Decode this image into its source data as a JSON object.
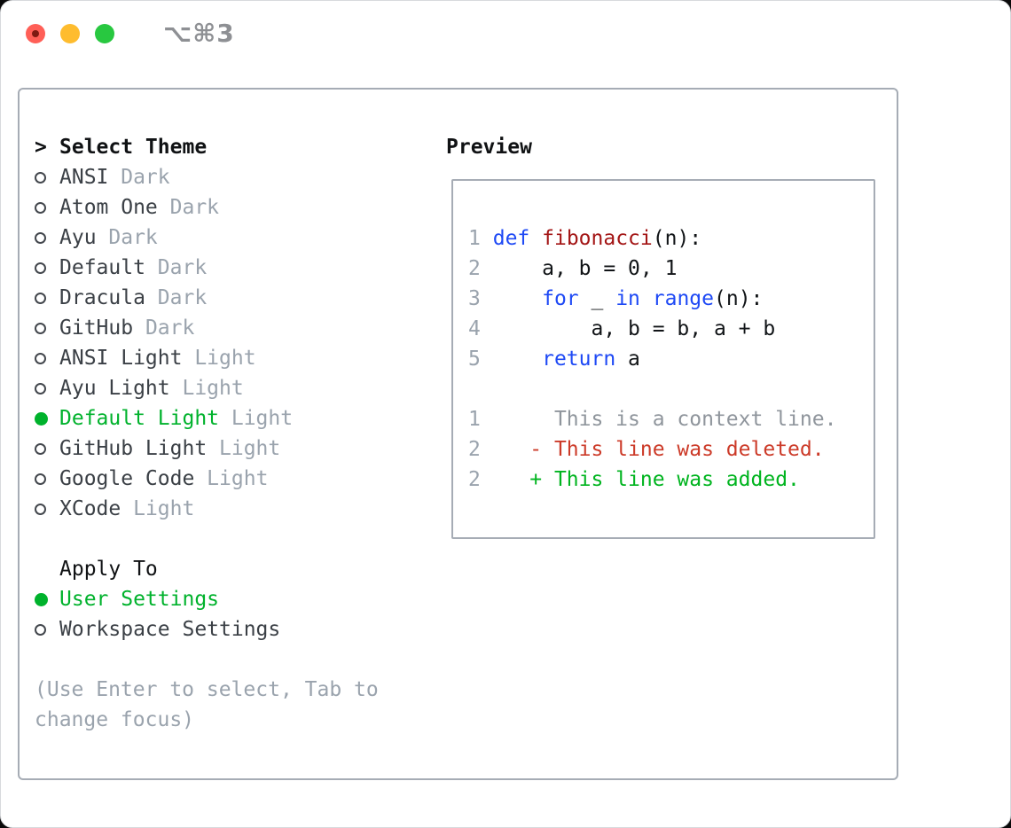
{
  "window": {
    "title": "⌥⌘3"
  },
  "theme_list": {
    "cursor": ">",
    "title": "Select Theme",
    "items": [
      {
        "name": "ANSI",
        "variant": "Dark",
        "selected": false
      },
      {
        "name": "Atom One",
        "variant": "Dark",
        "selected": false
      },
      {
        "name": "Ayu",
        "variant": "Dark",
        "selected": false
      },
      {
        "name": "Default",
        "variant": "Dark",
        "selected": false
      },
      {
        "name": "Dracula",
        "variant": "Dark",
        "selected": false
      },
      {
        "name": "GitHub",
        "variant": "Dark",
        "selected": false
      },
      {
        "name": "ANSI Light",
        "variant": "Light",
        "selected": false
      },
      {
        "name": "Ayu Light",
        "variant": "Light",
        "selected": false
      },
      {
        "name": "Default Light",
        "variant": "Light",
        "selected": true
      },
      {
        "name": "GitHub Light",
        "variant": "Light",
        "selected": false
      },
      {
        "name": "Google Code",
        "variant": "Light",
        "selected": false
      },
      {
        "name": "XCode",
        "variant": "Light",
        "selected": false
      }
    ]
  },
  "apply_to": {
    "title": "Apply To",
    "options": [
      {
        "label": "User Settings",
        "selected": true
      },
      {
        "label": "Workspace Settings",
        "selected": false
      }
    ]
  },
  "help_lines": [
    "(Use Enter to select, Tab to",
    "change focus)"
  ],
  "preview": {
    "title": "Preview",
    "code_lines": [
      [
        {
          "c": "n",
          "t": "1"
        },
        {
          "c": "p",
          "t": " "
        },
        {
          "c": "k",
          "t": "def"
        },
        {
          "c": "p",
          "t": " "
        },
        {
          "c": "f",
          "t": "fibonacci"
        },
        {
          "c": "p",
          "t": "(n):"
        }
      ],
      [
        {
          "c": "n",
          "t": "2"
        },
        {
          "c": "p",
          "t": "     a, b = 0, 1"
        }
      ],
      [
        {
          "c": "n",
          "t": "3"
        },
        {
          "c": "p",
          "t": "     "
        },
        {
          "c": "k",
          "t": "for"
        },
        {
          "c": "p",
          "t": " _ "
        },
        {
          "c": "k",
          "t": "in"
        },
        {
          "c": "p",
          "t": " "
        },
        {
          "c": "k",
          "t": "range"
        },
        {
          "c": "p",
          "t": "(n):"
        }
      ],
      [
        {
          "c": "n",
          "t": "4"
        },
        {
          "c": "p",
          "t": "         a, b = b, a + b"
        }
      ],
      [
        {
          "c": "n",
          "t": "5"
        },
        {
          "c": "p",
          "t": "     "
        },
        {
          "c": "k",
          "t": "return"
        },
        {
          "c": "p",
          "t": " a"
        }
      ],
      [],
      [
        {
          "c": "n",
          "t": "1"
        },
        {
          "c": "c",
          "t": "      This is a context line."
        }
      ],
      [
        {
          "c": "n",
          "t": "2"
        },
        {
          "c": "d",
          "t": "    - This line was deleted."
        }
      ],
      [
        {
          "c": "n",
          "t": "2"
        },
        {
          "c": "a",
          "t": "    + This line was added."
        }
      ]
    ]
  },
  "colors": {
    "accent_green": "#00b22c",
    "keyword_blue": "#1e49f5",
    "function_red": "#a31515",
    "deleted_red": "#cc3a28",
    "added_green": "#00b41f",
    "muted_gray": "#9aa3ad",
    "context_gray": "#8f959c",
    "item_gray": "#3b4046",
    "ink_black": "#101214",
    "border_gray": "#a6acb5",
    "traffic_red": "#ff5f57",
    "traffic_yellow": "#febc2e",
    "traffic_green": "#28c840"
  }
}
